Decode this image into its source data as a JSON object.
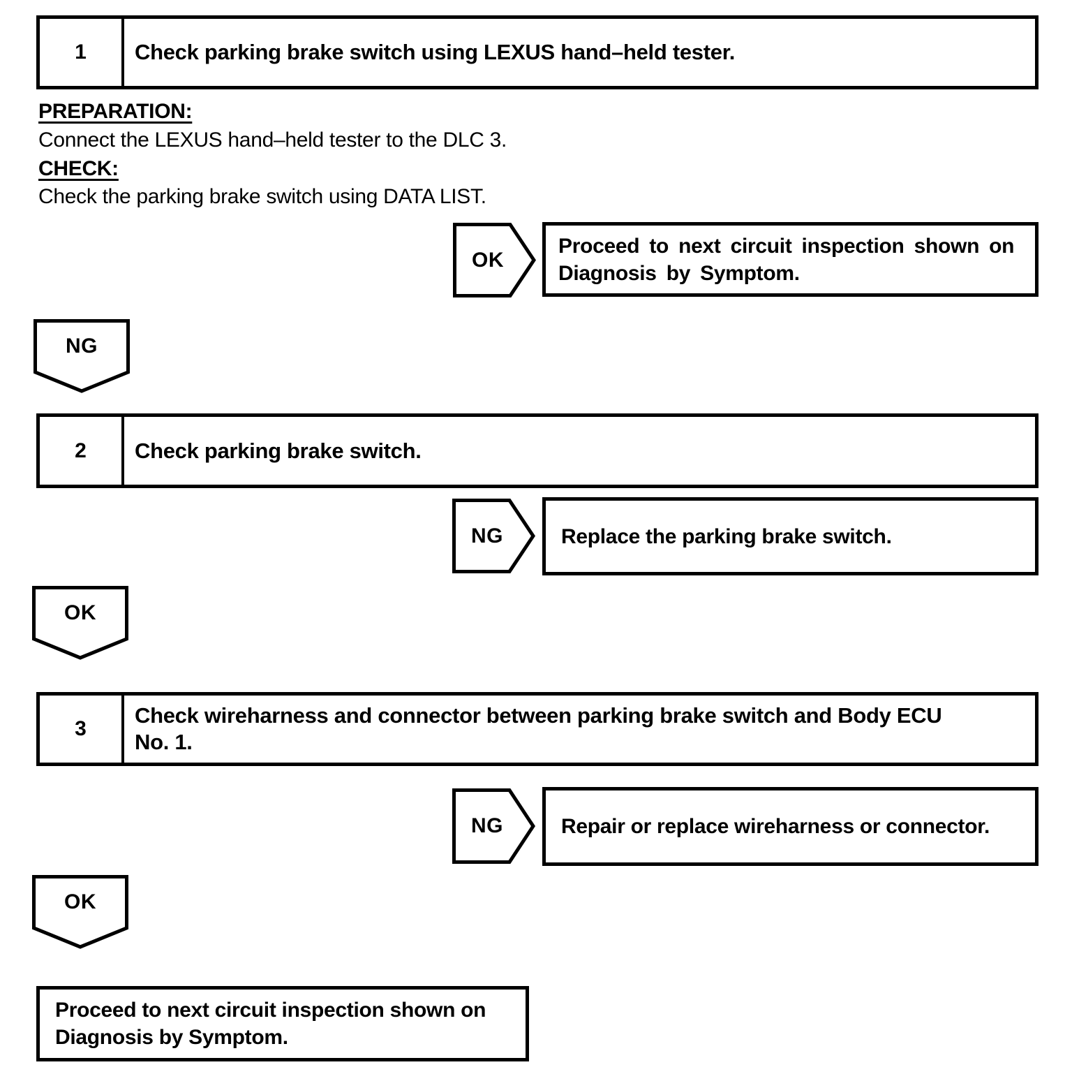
{
  "step1": {
    "number": "1",
    "title": "Check parking brake switch using LEXUS hand–held tester.",
    "preparation_heading": "PREPARATION:",
    "preparation_text": "Connect the LEXUS hand–held tester to the DLC 3.",
    "check_heading": "CHECK:",
    "check_text": "Check the parking brake switch using DATA LIST."
  },
  "branch1": {
    "label": "OK",
    "action": "Proceed to next circuit inspection shown on\nDiagnosis by Symptom."
  },
  "connector1": {
    "label": "NG"
  },
  "step2": {
    "number": "2",
    "title": "Check parking brake switch."
  },
  "branch2": {
    "label": "NG",
    "action": "Replace the parking brake switch."
  },
  "connector2": {
    "label": "OK"
  },
  "step3": {
    "number": "3",
    "title": "Check wireharness and connector between parking brake switch and Body ECU\nNo. 1."
  },
  "branch3": {
    "label": "NG",
    "action": "Repair or replace wireharness or connector."
  },
  "connector3": {
    "label": "OK"
  },
  "final_action": {
    "text": "Proceed to next circuit inspection shown on\nDiagnosis by Symptom."
  },
  "colors": {
    "ink": "#000000",
    "paper": "#ffffff"
  }
}
